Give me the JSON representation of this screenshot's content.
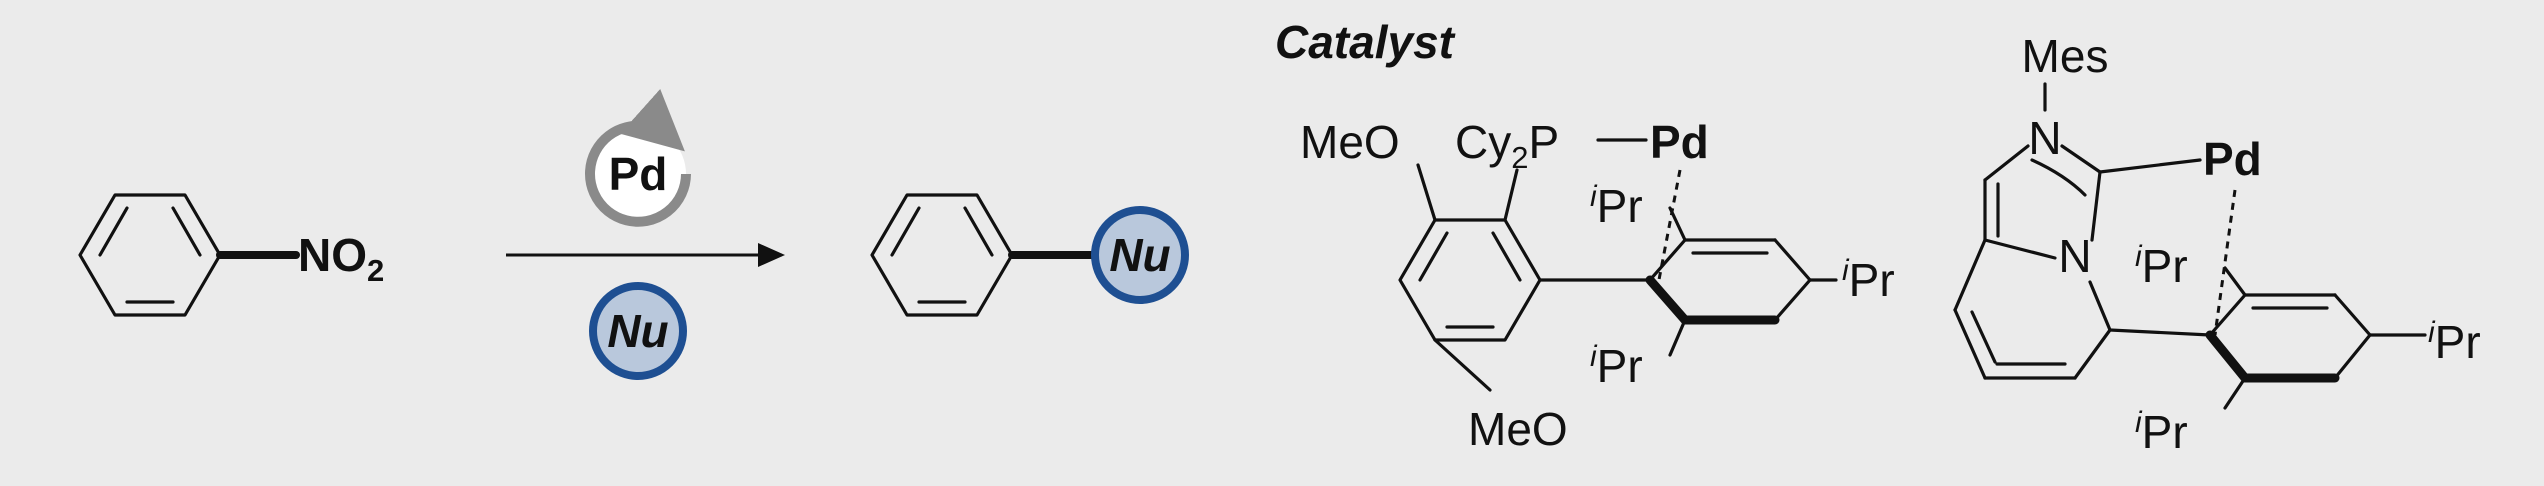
{
  "reaction": {
    "reactant_group": "NO",
    "reactant_subscript": "2",
    "cycle_label": "Pd",
    "nucleophile_label": "Nu",
    "product_group_label": "Nu"
  },
  "catalyst": {
    "heading": "Catalyst",
    "ligand1": {
      "methoxy_top": "MeO",
      "phosphine_prefix": "Cy",
      "phosphine_subscript": "2",
      "phosphine_suffix": "P",
      "metal": "Pd",
      "ipr_prefix": "i",
      "ipr_suffix": "Pr",
      "methoxy_bottom": "MeO"
    },
    "ligand2": {
      "mes_label": "Mes",
      "n_top": "N",
      "n_bottom": "N",
      "metal": "Pd",
      "ipr_prefix": "i",
      "ipr_suffix": "Pr"
    }
  },
  "colors": {
    "background": "#ebebeb",
    "nu_fill": "#b9c8dc",
    "nu_ring": "#1e4f92",
    "cycle_ring": "#8a8a8a"
  }
}
